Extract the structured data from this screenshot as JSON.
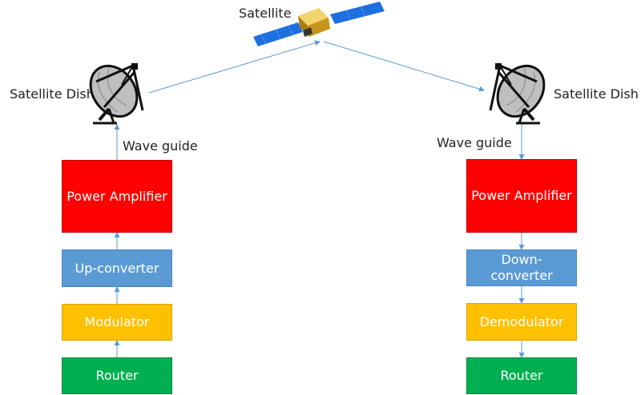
{
  "satellite": {
    "label": "Satellite"
  },
  "left": {
    "dish_label": "Satellite Dish",
    "wave_guide": "Wave guide",
    "power_amplifier": "Power Amplifier",
    "converter": "Up-converter",
    "modulator": "Modulator",
    "router": "Router"
  },
  "right": {
    "dish_label": "Satellite Dish",
    "wave_guide": "Wave guide",
    "power_amplifier": "Power Amplifier",
    "converter_line1": "Down-",
    "converter_line2": "converter",
    "demodulator": "Demodulator",
    "router": "Router"
  },
  "colors": {
    "power_amplifier": "#ff0000",
    "converter": "#5b9bd5",
    "modulator": "#ffc000",
    "router": "#00b050",
    "link": "#5b9bd5",
    "solar_panel": "#1e6fe0",
    "satellite_body": "#d4a017"
  },
  "icons": [
    "satellite-icon",
    "satellite-dish-icon"
  ]
}
